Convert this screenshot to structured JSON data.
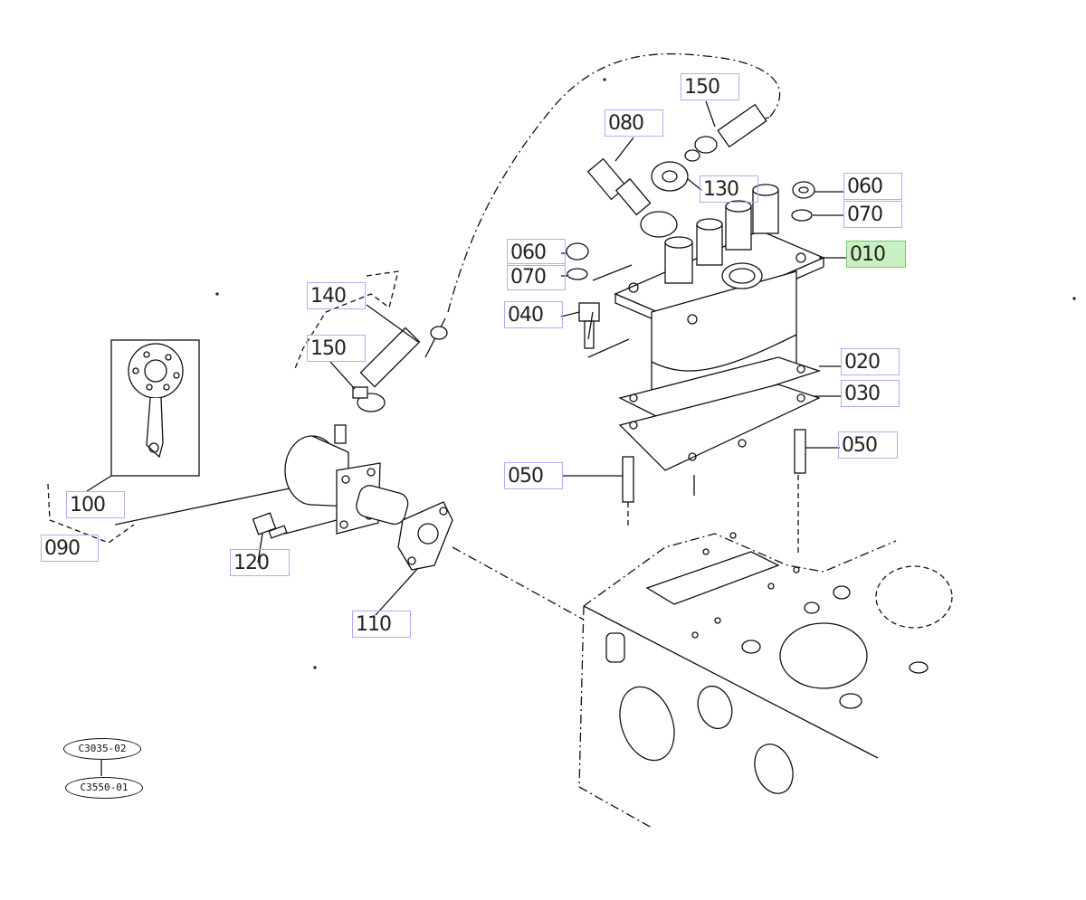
{
  "callouts": {
    "c150_top": "150",
    "c080": "080",
    "c130": "130",
    "c060_right": "060",
    "c070_right": "070",
    "c010": "010",
    "c060_left": "060",
    "c070_left": "070",
    "c040": "040",
    "c140": "140",
    "c150_left": "150",
    "c020": "020",
    "c030": "030",
    "c050_right": "050",
    "c050_left": "050",
    "c100": "100",
    "c090": "090",
    "c120": "120",
    "c110": "110"
  },
  "selected_part": "010",
  "references": {
    "ref1": "C3035-02",
    "ref2": "C3550-01"
  },
  "colors": {
    "callout_border": "#aab0f2",
    "selected_fill": "#c8f0c0",
    "line": "#111111"
  }
}
